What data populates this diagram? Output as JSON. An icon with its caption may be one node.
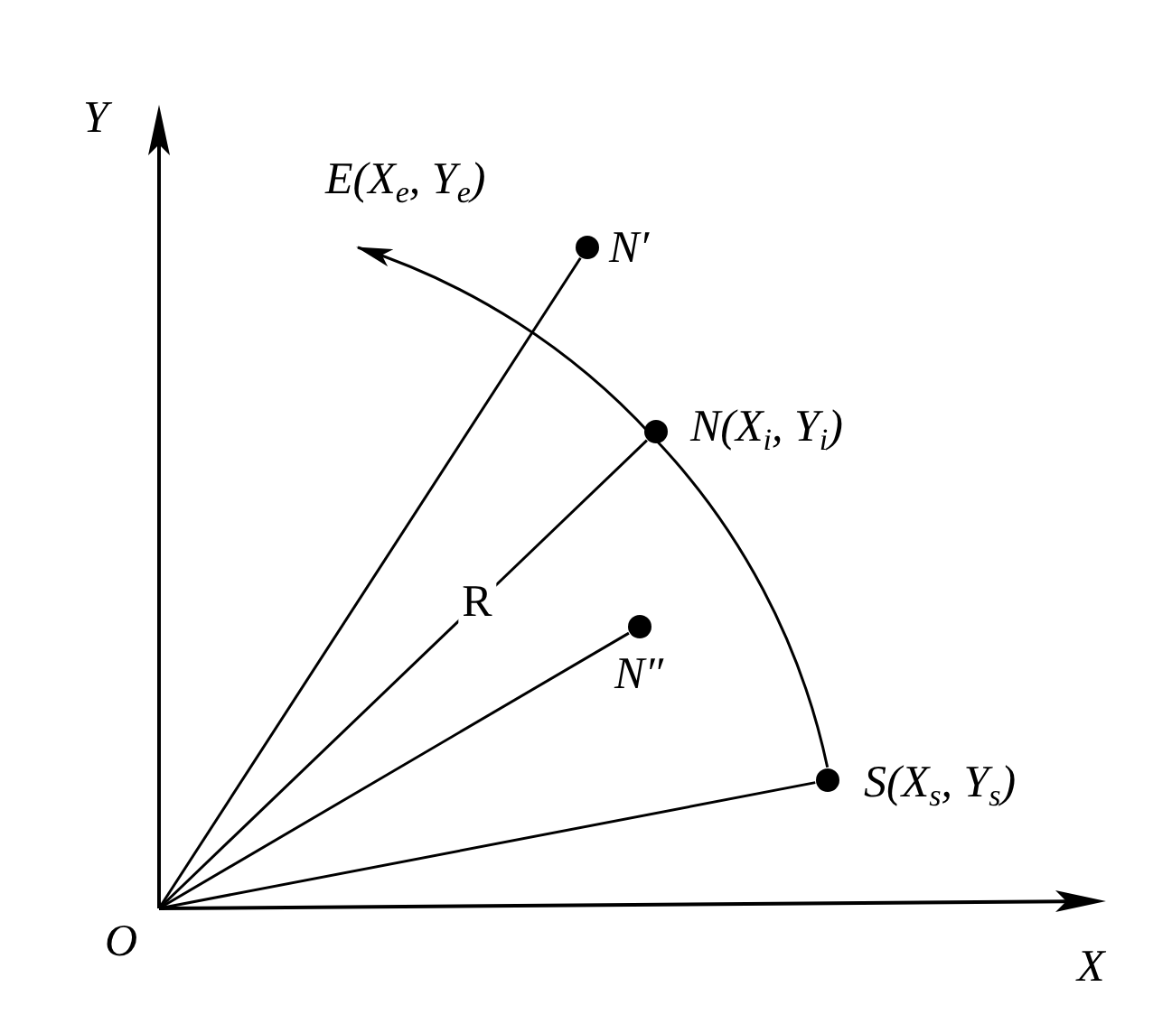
{
  "diagram": {
    "nodes": [
      {
        "text": [
          "E(X$_{e}$, Y$_{e}$)"
        ]
      },
      {
        "text": [],
        "shape": "circle",
        "beside": [
          "N′"
        ]
      },
      {
        "text": [],
        "shape": "circle",
        "beside": [
          "N(X$_{i}$, Y$_{i}$)"
        ]
      },
      {
        "text": [],
        "shape": "circle",
        "beside": [
          "N″"
        ]
      },
      {
        "text": [],
        "shape": "circle",
        "beside": [
          "S(X$_{s}$, Y$_{s}$)"
        ]
      },
      {
        "text": [
          "O"
        ]
      }
    ],
    "edges": [
      {
        "from": 5,
        "to": 1,
        "arrow": "none"
      },
      {
        "from": 5,
        "to": 2,
        "arrow": "none",
        "label": "R"
      },
      {
        "from": 5,
        "to": 3,
        "arrow": "none"
      },
      {
        "from": 5,
        "to": 4,
        "arrow": "none"
      },
      {
        "from": 4,
        "to": 0,
        "arrow": "to"
      }
    ],
    "labels": [
      "Y",
      "X"
    ]
  }
}
